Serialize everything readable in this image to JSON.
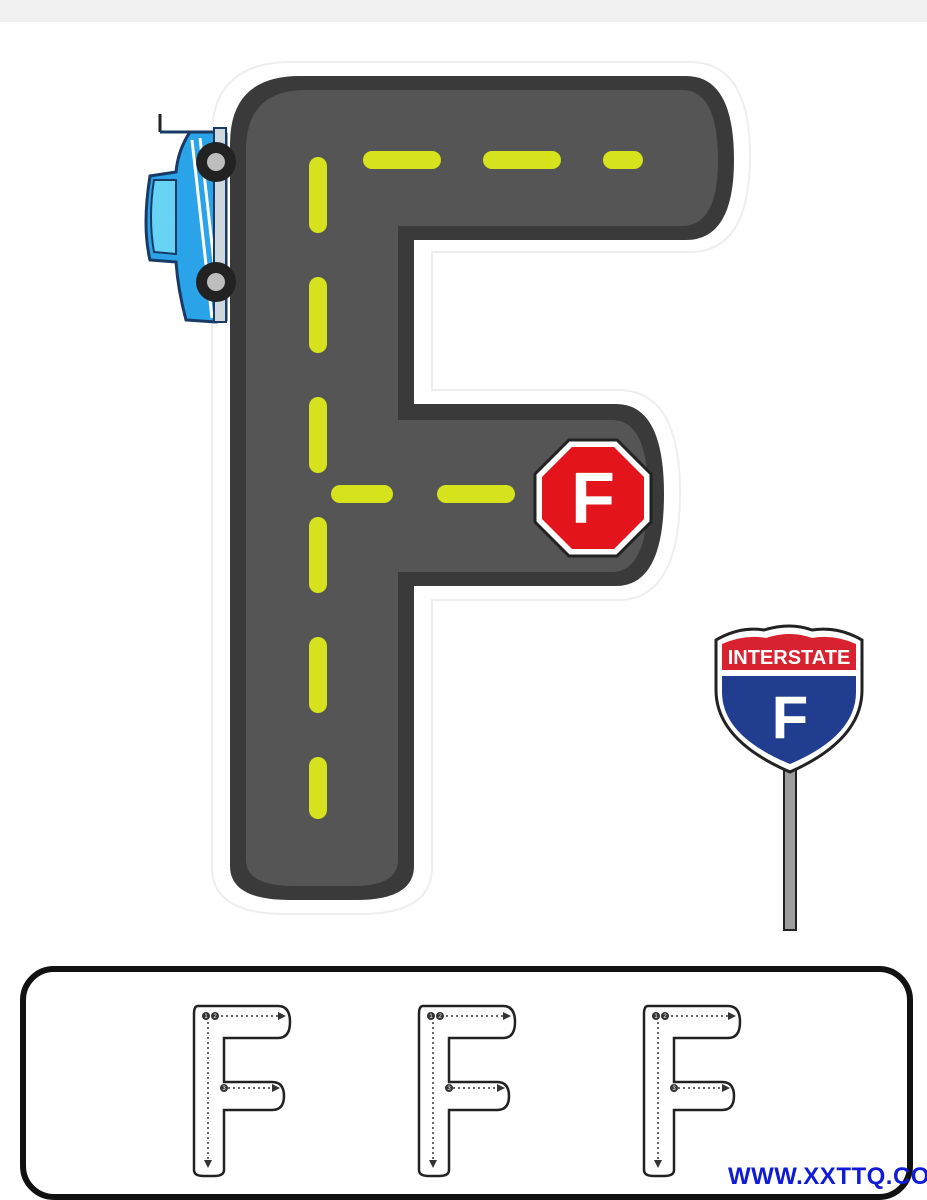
{
  "worksheet": {
    "letter": "F",
    "stop_sign": {
      "letter": "F"
    },
    "interstate_sign": {
      "banner": "INTERSTATE",
      "letter": "F"
    },
    "tracing": {
      "letter": "F",
      "count": 3,
      "step_labels": [
        "1",
        "2",
        "3"
      ]
    },
    "watermark": "WWW.XXTTQ.COM"
  },
  "colors": {
    "road": "#555555",
    "road_edge": "#3a3a3a",
    "lane_marking": "#d6e21b",
    "stop_red": "#e3141b",
    "interstate_red": "#d8222f",
    "interstate_blue": "#213d8f",
    "car_blue": "#2aa3e8",
    "watermark": "#0f1bd6"
  }
}
